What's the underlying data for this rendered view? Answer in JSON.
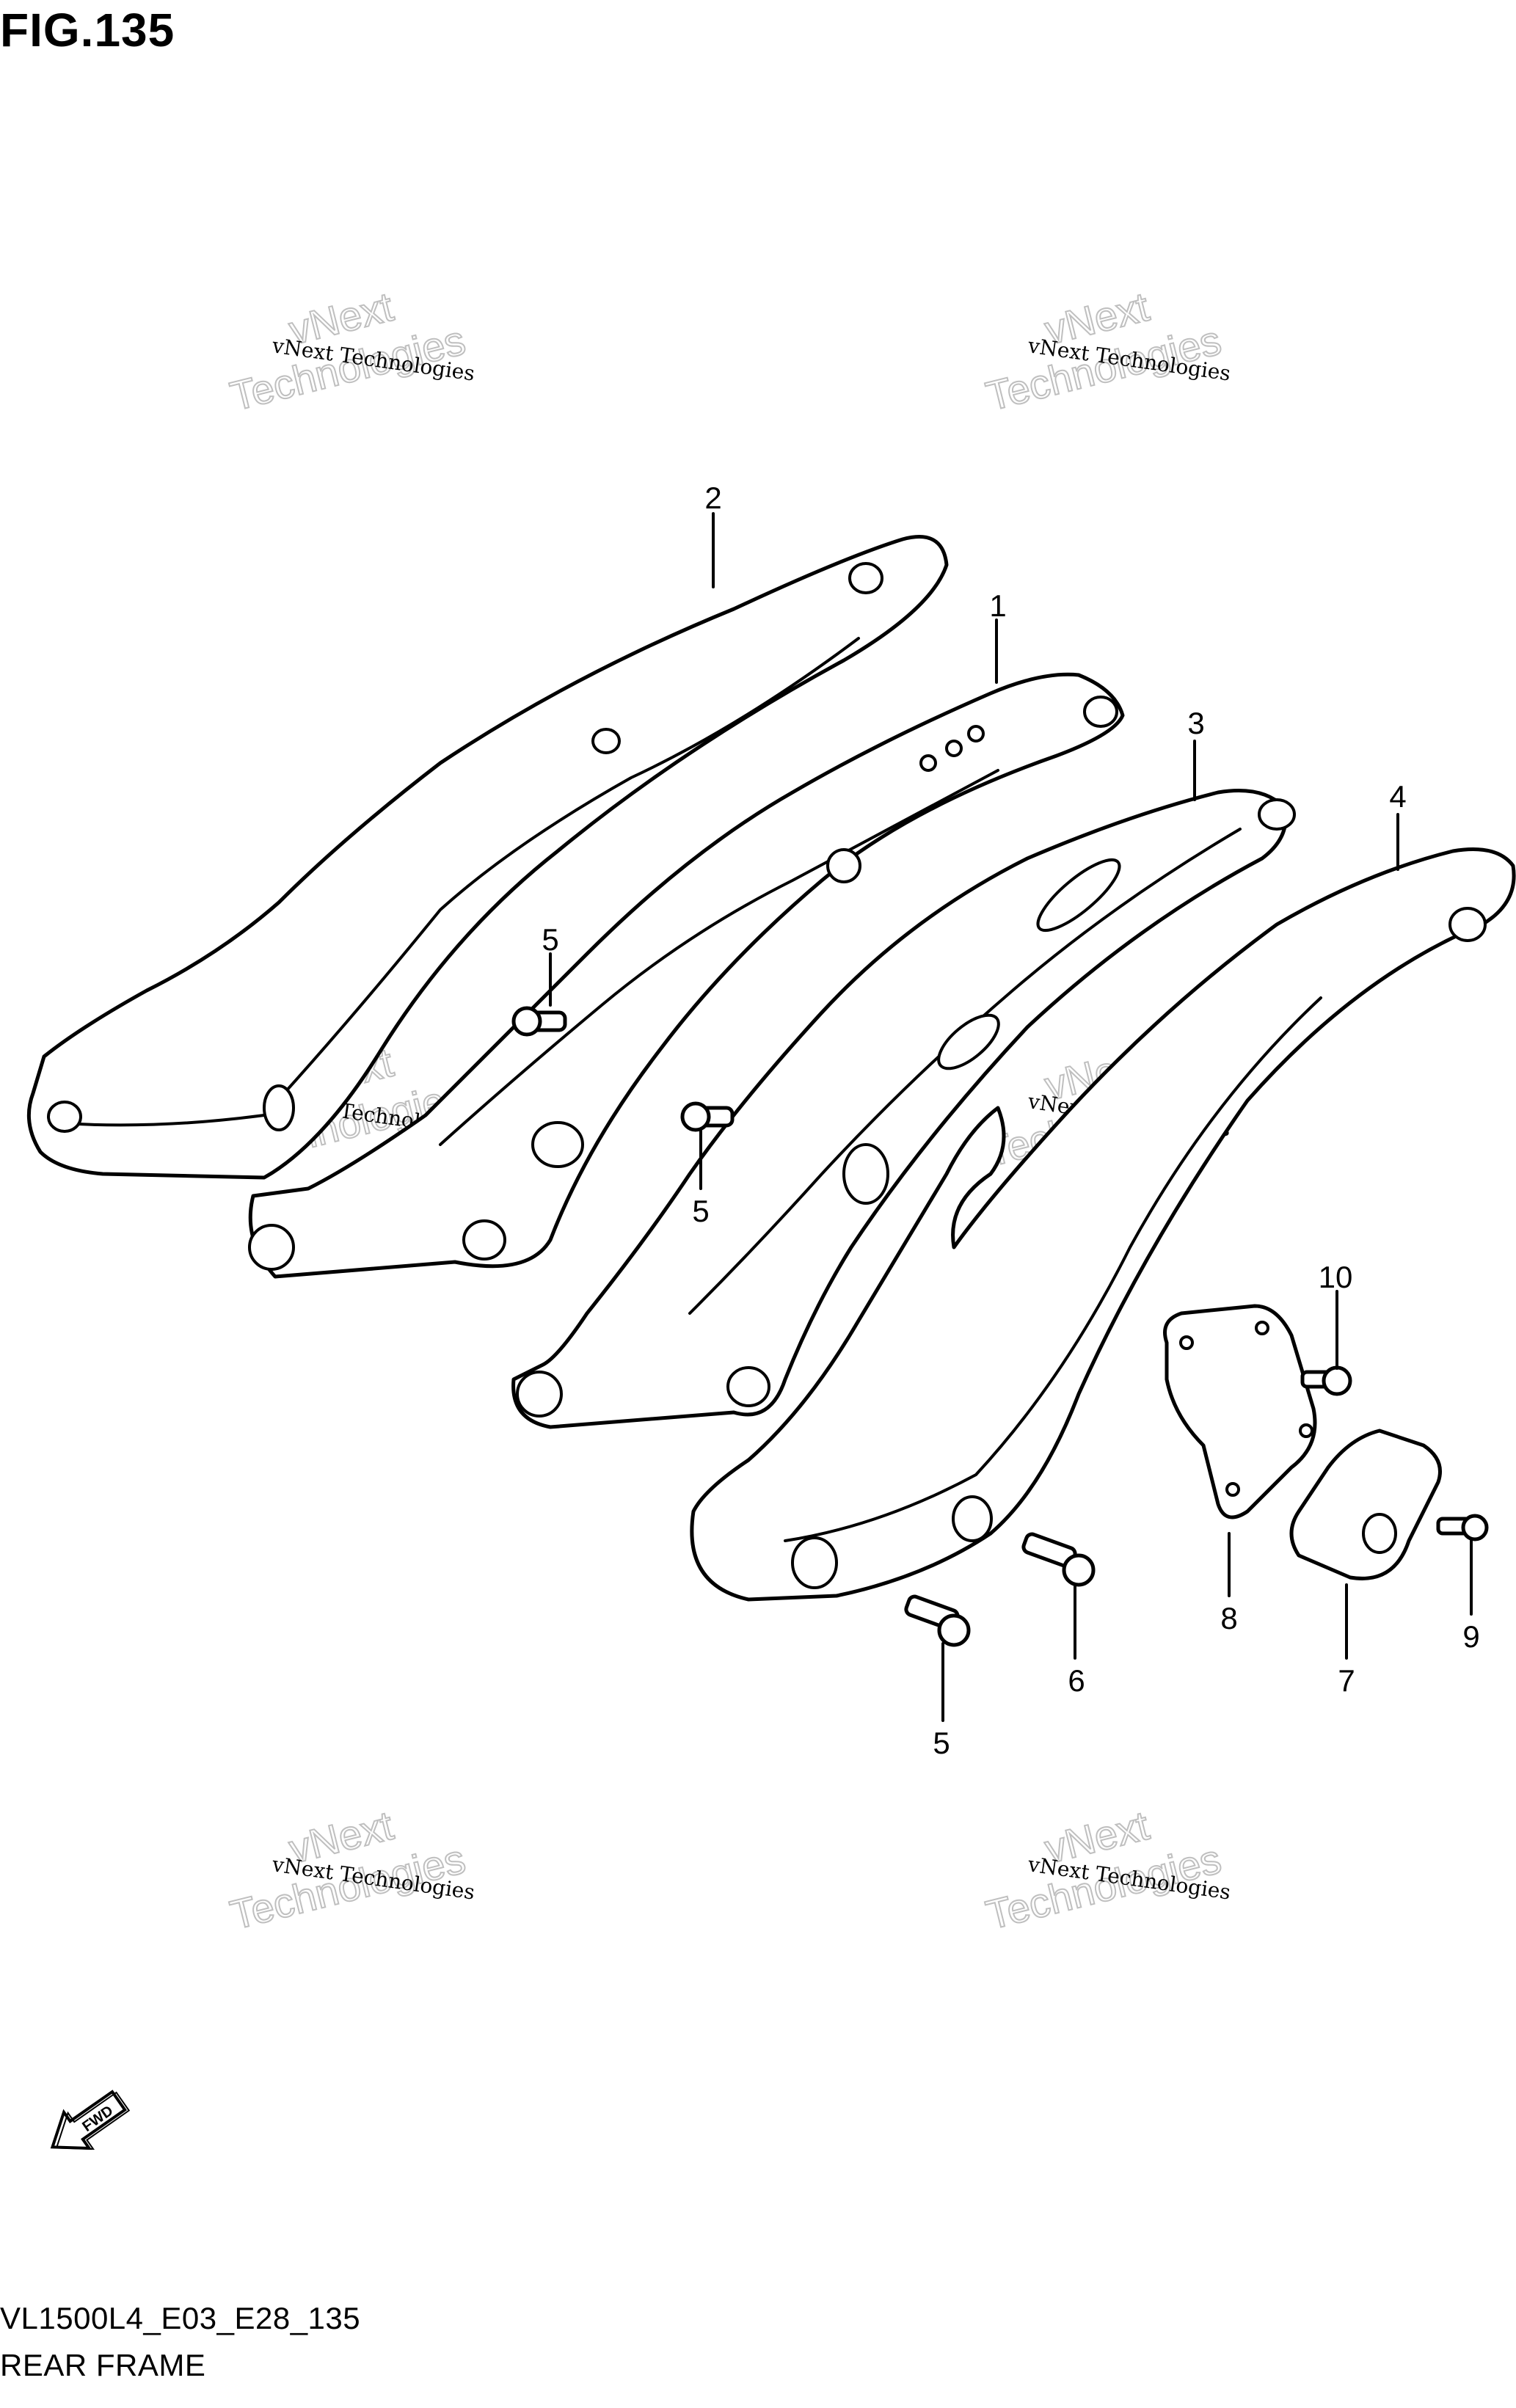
{
  "figure": {
    "title": "FIG.135",
    "code": "VL1500L4_E03_E28_135",
    "name": "REAR FRAME"
  },
  "watermark": {
    "small": "vNext Technologies",
    "big_line1": "vNext",
    "big_line2": "Technologies"
  },
  "callouts": [
    "1",
    "2",
    "3",
    "4",
    "5",
    "5",
    "5",
    "6",
    "7",
    "8",
    "9",
    "10"
  ],
  "fwd_label": "FWD"
}
